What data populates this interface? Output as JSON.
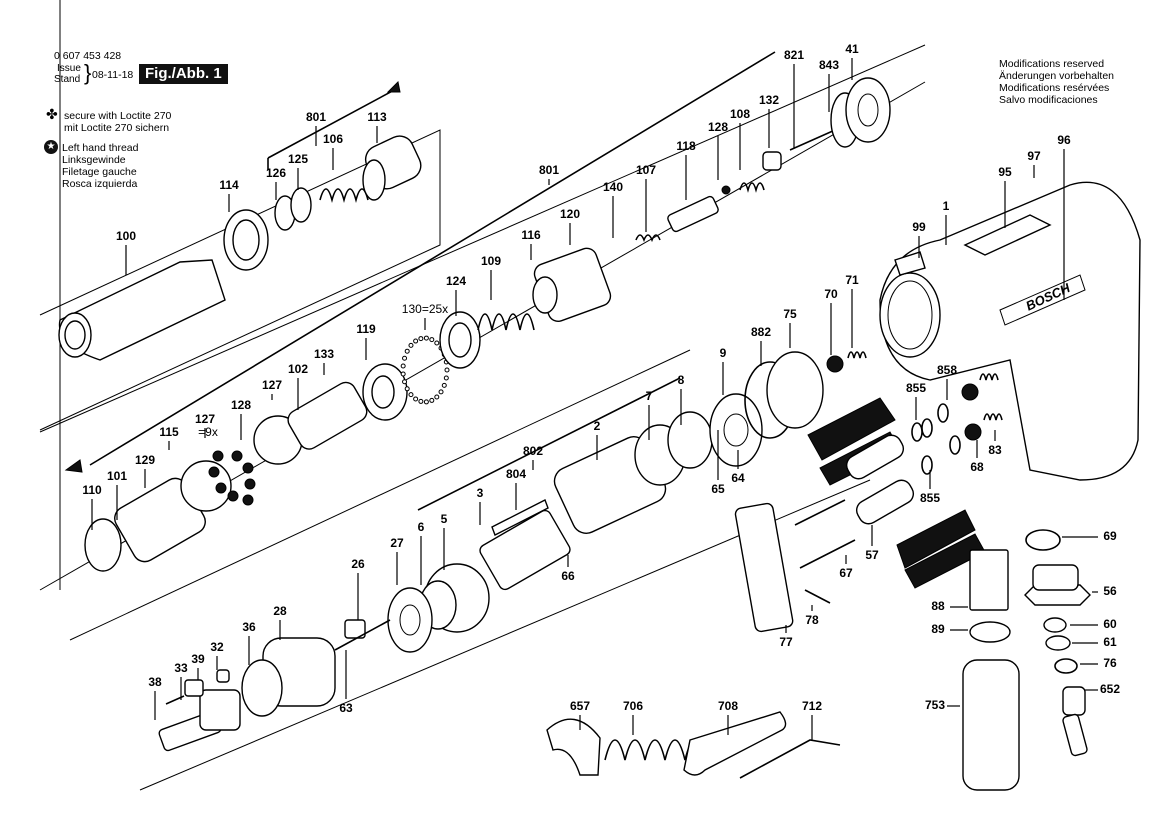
{
  "header": {
    "part_number": "0 607 453 428",
    "issue_label_en": "Issue",
    "issue_label_de": "Stand",
    "issue_date": "08-11-18",
    "figure_label": "Fig./Abb. 1"
  },
  "legend": {
    "loctite": {
      "icon": "loctite-clover-icon",
      "lines": [
        "secure with Loctite 270",
        "mit Loctite 270 sichern"
      ]
    },
    "left_thread": {
      "icon": "star-circle-icon",
      "lines": [
        "Left hand thread",
        "Linksgewinde",
        "Filetage gauche",
        "Rosca izquierda"
      ]
    }
  },
  "notice": {
    "lines": [
      "Modifications reserved",
      "Änderungen vorbehalten",
      "Modifications resérvées",
      "Salvo modificaciones"
    ]
  },
  "brand": "BOSCH",
  "part_labels": [
    {
      "id": "801a",
      "text": "801"
    },
    {
      "id": "113",
      "text": "113"
    },
    {
      "id": "106",
      "text": "106"
    },
    {
      "id": "125",
      "text": "125"
    },
    {
      "id": "126",
      "text": "126"
    },
    {
      "id": "114",
      "text": "114"
    },
    {
      "id": "100",
      "text": "100"
    },
    {
      "id": "821",
      "text": "821"
    },
    {
      "id": "843",
      "text": "843"
    },
    {
      "id": "41",
      "text": "41"
    },
    {
      "id": "132",
      "text": "132"
    },
    {
      "id": "108",
      "text": "108"
    },
    {
      "id": "128a",
      "text": "128"
    },
    {
      "id": "118",
      "text": "118"
    },
    {
      "id": "107",
      "text": "107"
    },
    {
      "id": "140",
      "text": "140"
    },
    {
      "id": "801b",
      "text": "801"
    },
    {
      "id": "120",
      "text": "120"
    },
    {
      "id": "116",
      "text": "116"
    },
    {
      "id": "109",
      "text": "109"
    },
    {
      "id": "124",
      "text": "124"
    },
    {
      "id": "130",
      "text": "130=25x"
    },
    {
      "id": "119",
      "text": "119"
    },
    {
      "id": "133",
      "text": "133"
    },
    {
      "id": "102",
      "text": "102"
    },
    {
      "id": "127a",
      "text": "127"
    },
    {
      "id": "128b",
      "text": "128"
    },
    {
      "id": "127b",
      "text": "127"
    },
    {
      "id": "127b2",
      "text": "=9x"
    },
    {
      "id": "115",
      "text": "115"
    },
    {
      "id": "129",
      "text": "129"
    },
    {
      "id": "101",
      "text": "101"
    },
    {
      "id": "110",
      "text": "110"
    },
    {
      "id": "99",
      "text": "99"
    },
    {
      "id": "1",
      "text": "1"
    },
    {
      "id": "95",
      "text": "95"
    },
    {
      "id": "97",
      "text": "97"
    },
    {
      "id": "96",
      "text": "96"
    },
    {
      "id": "70",
      "text": "70"
    },
    {
      "id": "71",
      "text": "71"
    },
    {
      "id": "75",
      "text": "75"
    },
    {
      "id": "882",
      "text": "882"
    },
    {
      "id": "9",
      "text": "9"
    },
    {
      "id": "8",
      "text": "8"
    },
    {
      "id": "7",
      "text": "7"
    },
    {
      "id": "2",
      "text": "2"
    },
    {
      "id": "802",
      "text": "802"
    },
    {
      "id": "804",
      "text": "804"
    },
    {
      "id": "3",
      "text": "3"
    },
    {
      "id": "5",
      "text": "5"
    },
    {
      "id": "6",
      "text": "6"
    },
    {
      "id": "66",
      "text": "66"
    },
    {
      "id": "65",
      "text": "65"
    },
    {
      "id": "64",
      "text": "64"
    },
    {
      "id": "855a",
      "text": "855"
    },
    {
      "id": "858",
      "text": "858"
    },
    {
      "id": "68",
      "text": "68"
    },
    {
      "id": "83",
      "text": "83"
    },
    {
      "id": "855b",
      "text": "855"
    },
    {
      "id": "57",
      "text": "57"
    },
    {
      "id": "67",
      "text": "67"
    },
    {
      "id": "77",
      "text": "77"
    },
    {
      "id": "78",
      "text": "78"
    },
    {
      "id": "27",
      "text": "27"
    },
    {
      "id": "26",
      "text": "26"
    },
    {
      "id": "63",
      "text": "63"
    },
    {
      "id": "28",
      "text": "28"
    },
    {
      "id": "36",
      "text": "36"
    },
    {
      "id": "32",
      "text": "32"
    },
    {
      "id": "39",
      "text": "39"
    },
    {
      "id": "33",
      "text": "33"
    },
    {
      "id": "38",
      "text": "38"
    },
    {
      "id": "69",
      "text": "69"
    },
    {
      "id": "56",
      "text": "56"
    },
    {
      "id": "88",
      "text": "88"
    },
    {
      "id": "89",
      "text": "89"
    },
    {
      "id": "60",
      "text": "60"
    },
    {
      "id": "61",
      "text": "61"
    },
    {
      "id": "76",
      "text": "76"
    },
    {
      "id": "652",
      "text": "652"
    },
    {
      "id": "753",
      "text": "753"
    },
    {
      "id": "657",
      "text": "657"
    },
    {
      "id": "706",
      "text": "706"
    },
    {
      "id": "708",
      "text": "708"
    },
    {
      "id": "712",
      "text": "712"
    }
  ]
}
